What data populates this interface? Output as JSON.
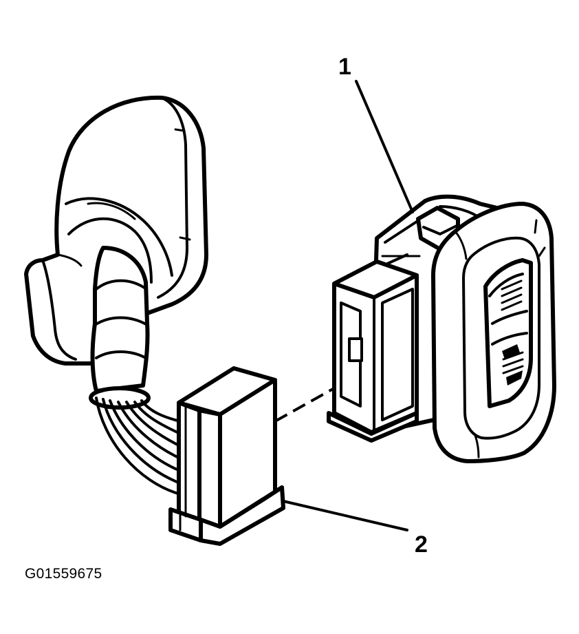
{
  "figure": {
    "callouts": [
      {
        "label": "1"
      },
      {
        "label": "2"
      }
    ],
    "figure_id": "G01559675"
  }
}
